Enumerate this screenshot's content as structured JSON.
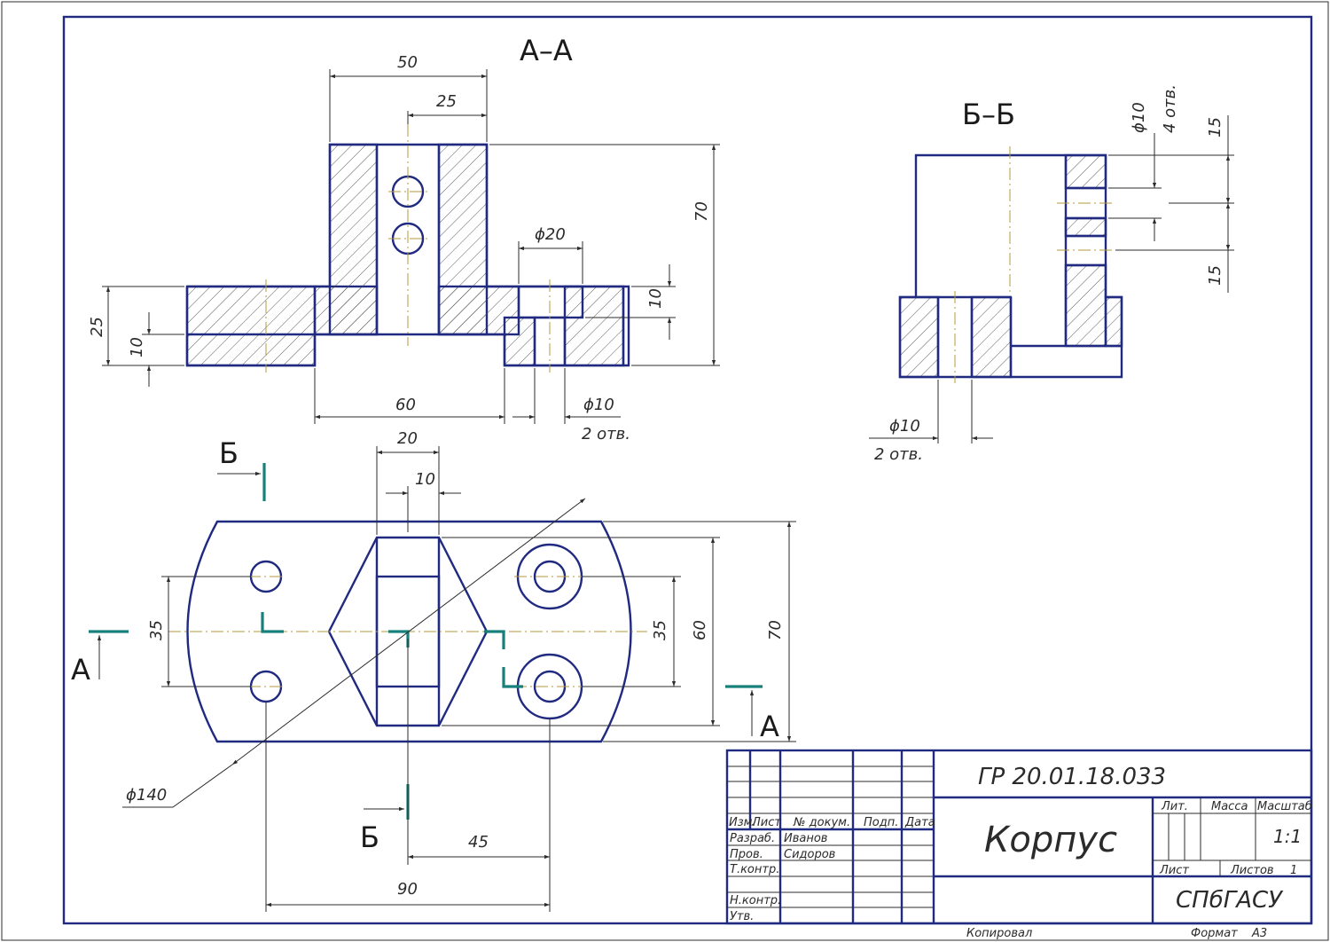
{
  "views": {
    "section_aa": {
      "title": "А–А"
    },
    "section_bb": {
      "title": "Б–Б"
    },
    "cut_labels": {
      "b_top": "Б",
      "b_bottom": "Б",
      "a_left": "А",
      "a_right": "А"
    }
  },
  "dimensions": {
    "aa_50": "50",
    "aa_25_top": "25",
    "aa_70": "70",
    "aa_25_left": "25",
    "aa_10_left": "10",
    "aa_60": "60",
    "aa_d20": "ϕ20",
    "aa_10_right": "10",
    "aa_d10": "ϕ10",
    "aa_2holes": "2 отв.",
    "bb_d10_top": "ϕ10",
    "bb_4holes": "4 отв.",
    "bb_15_top": "15",
    "bb_15_bottom": "15",
    "bb_d10": "ϕ10",
    "bb_2holes": "2 отв.",
    "pv_20": "20",
    "pv_10": "10",
    "pv_35_left": "35",
    "pv_35_right": "35",
    "pv_60": "60",
    "pv_70": "70",
    "pv_d140": "ϕ140",
    "pv_45": "45",
    "pv_90": "90"
  },
  "title_block": {
    "designation": "ГР 20.01.18.033",
    "name": "Корпус",
    "org": "СПбГАСУ",
    "headers": {
      "izm": "Изм.",
      "list": "Лист",
      "doc": "№ докум.",
      "sign": "Подп.",
      "date": "Дата"
    },
    "roles": {
      "razrab": "Разраб.",
      "razrab_name": "Иванов",
      "prov": "Пров.",
      "prov_name": "Сидоров",
      "tkontr": "Т.контр.",
      "nkontr": "Н.контр.",
      "utv": "Утв."
    },
    "lit": "Лит.",
    "massa": "Масса",
    "masshtab": "Масштаб",
    "scale_value": "1:1",
    "sheet_label": "Лист",
    "sheets_label": "Листов",
    "sheets_value": "1",
    "copied": "Копировал",
    "format_label": "Формат",
    "format_value": "А3"
  }
}
